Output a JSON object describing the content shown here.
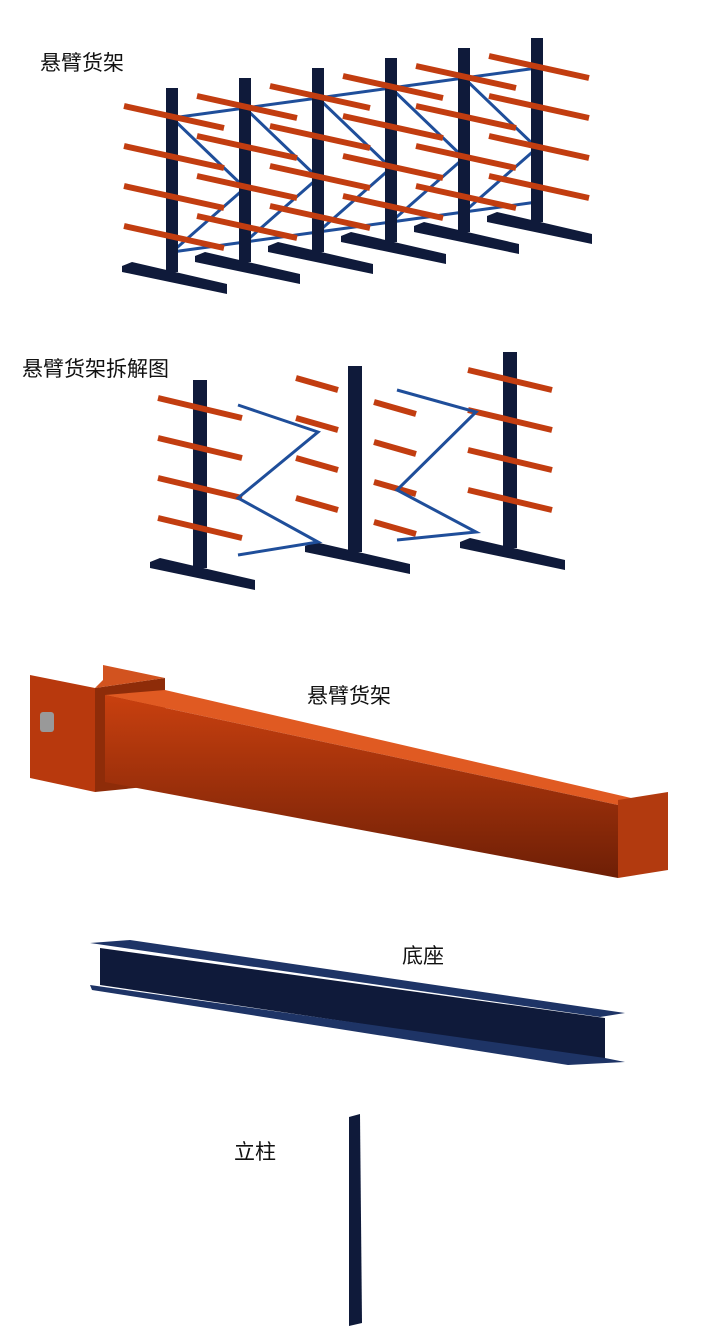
{
  "labels": {
    "rack_title": "悬臂货架",
    "exploded_title": "悬臂货架拆解图",
    "arm_title": "悬臂货架",
    "base_title": "底座",
    "column_title": "立柱"
  },
  "colors": {
    "column": "#0f1a3a",
    "arm": "#c23d10",
    "arm_dark": "#7a2208",
    "brace": "#1f4e9a"
  }
}
